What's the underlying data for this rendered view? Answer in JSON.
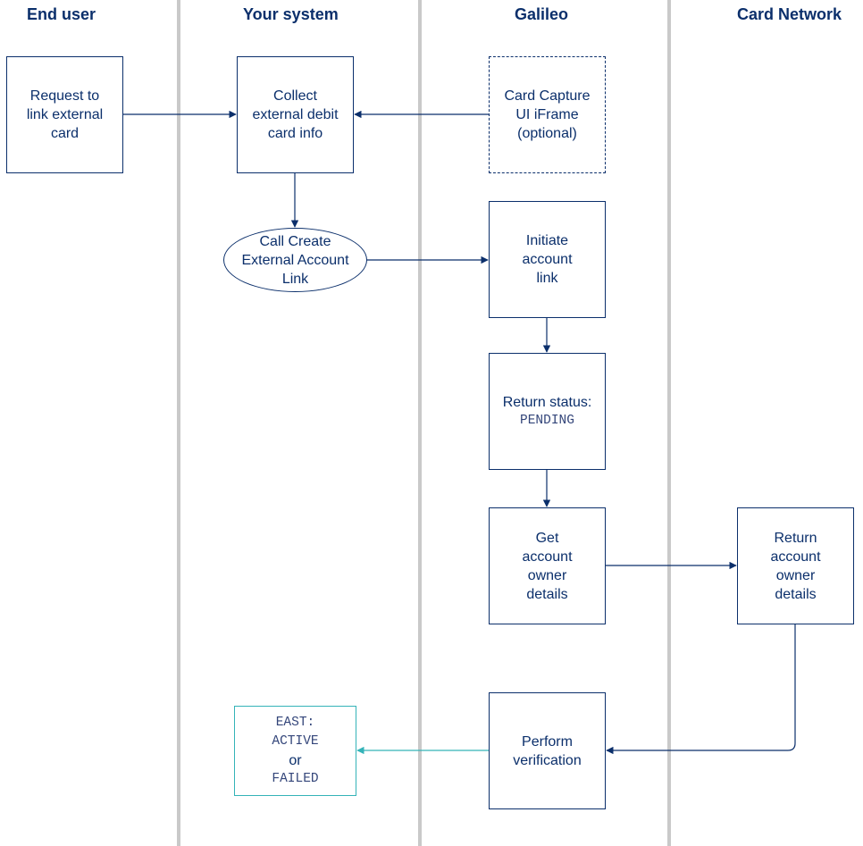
{
  "lanes": {
    "end_user": "End user",
    "your_system": "Your system",
    "galileo": "Galileo",
    "card_network": "Card Network"
  },
  "nodes": {
    "request_link": {
      "lines": [
        "Request to",
        "link external",
        "card"
      ]
    },
    "collect_info": {
      "lines": [
        "Collect",
        "external debit",
        "card info"
      ]
    },
    "card_capture": {
      "lines": [
        "Card Capture",
        "UI iFrame",
        "(optional)"
      ]
    },
    "call_create": {
      "lines": [
        "Call Create",
        "External Account",
        "Link"
      ]
    },
    "initiate_link": {
      "lines": [
        "Initiate",
        "account",
        "link"
      ]
    },
    "return_status": {
      "label": "Return status:",
      "code": "PENDING"
    },
    "get_owner": {
      "lines": [
        "Get",
        "account",
        "owner",
        "details"
      ]
    },
    "return_owner": {
      "lines": [
        "Return",
        "account",
        "owner",
        "details"
      ]
    },
    "perform_verification": {
      "lines": [
        "Perform",
        "verification"
      ]
    },
    "east_result": {
      "event": "EAST:",
      "active": "ACTIVE",
      "or": "or",
      "failed": "FAILED"
    }
  },
  "colors": {
    "primary": "#0b2f6b",
    "divider": "#c9c9c9",
    "accent_teal": "#34b3b8"
  }
}
